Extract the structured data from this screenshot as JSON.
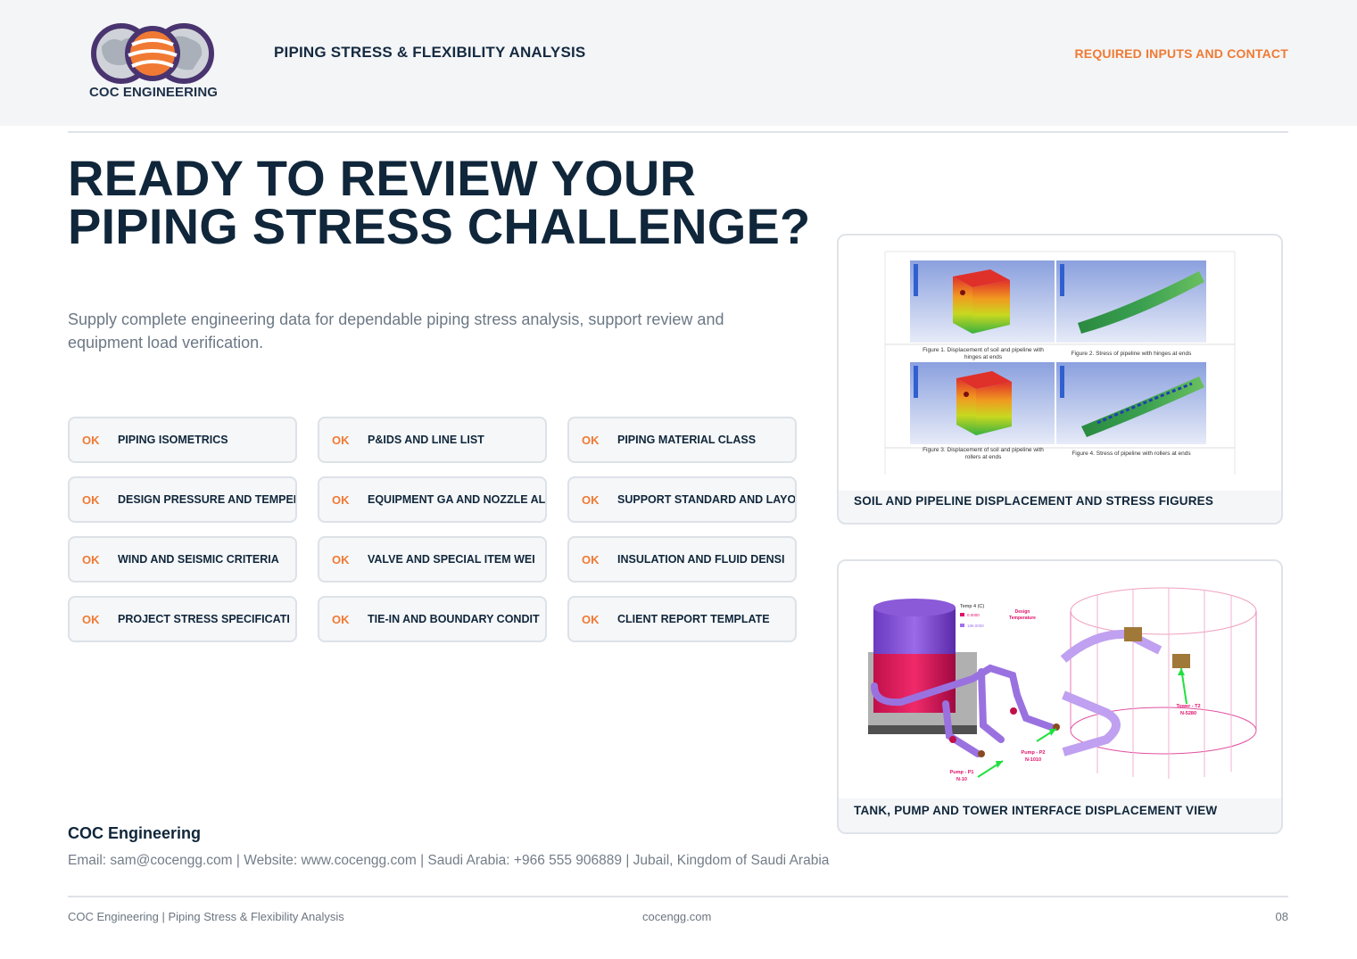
{
  "header": {
    "logo_text": "COC ENGINEERING",
    "title": "PIPING STRESS & FLEXIBILITY ANALYSIS",
    "link": "REQUIRED INPUTS AND CONTACT"
  },
  "main": {
    "headline_line1": "READY TO REVIEW YOUR",
    "headline_line2": "PIPING STRESS CHALLENGE?",
    "intro": "Supply complete engineering data for dependable piping stress analysis, support review and equipment load verification.",
    "checklist": [
      {
        "status": "OK",
        "label": "PIPING ISOMETRICS"
      },
      {
        "status": "OK",
        "label": "P&IDS AND LINE LIST"
      },
      {
        "status": "OK",
        "label": "PIPING MATERIAL CLASS"
      },
      {
        "status": "OK",
        "label": "DESIGN PRESSURE AND TEMPER"
      },
      {
        "status": "OK",
        "label": "EQUIPMENT GA AND NOZZLE AL"
      },
      {
        "status": "OK",
        "label": "SUPPORT STANDARD AND LAYOU"
      },
      {
        "status": "OK",
        "label": "WIND AND SEISMIC CRITERIA"
      },
      {
        "status": "OK",
        "label": "VALVE AND SPECIAL ITEM WEI"
      },
      {
        "status": "OK",
        "label": "INSULATION AND FLUID DENSI"
      },
      {
        "status": "OK",
        "label": "PROJECT STRESS SPECIFICATI"
      },
      {
        "status": "OK",
        "label": "TIE-IN AND BOUNDARY CONDIT"
      },
      {
        "status": "OK",
        "label": "CLIENT REPORT TEMPLATE"
      }
    ]
  },
  "figures": {
    "fig1": {
      "caption": "SOIL AND PIPELINE DISPLACEMENT AND STRESS FIGURES",
      "sub1a": "Figure 1. Displacement of soil and pipeline with",
      "sub1b": "hinges at ends",
      "sub2": "Figure 2. Stress of pipeline with hinges at ends",
      "sub3a": "Figure 3. Displacement of soil and pipeline with",
      "sub3b": "rollers at ends",
      "sub4": "Figure 4. Stress of pipeline with rollers at ends"
    },
    "fig2": {
      "caption": "TANK, PUMP AND TOWER INTERFACE DISPLACEMENT VIEW",
      "legend_title": "Temp 4 (C)",
      "legend_v1": "0.0000",
      "legend_v2": "198.0000",
      "design_temp_1": "Design",
      "design_temp_2": "Temperature",
      "pump_p1_a": "Pump - P1",
      "pump_p1_b": "N-10",
      "pump_p2_a": "Pump - P2",
      "pump_p2_b": "N-1010",
      "tower_a": "Tower - T2",
      "tower_b": "N-5280"
    }
  },
  "contact": {
    "company": "COC Engineering",
    "details": "Email: sam@cocengg.com | Website: www.cocengg.com | Saudi Arabia: +966 555 906889 | Jubail, Kingdom of Saudi Arabia"
  },
  "footer": {
    "left": "COC Engineering | Piping Stress & Flexibility Analysis",
    "center": "cocengg.com",
    "right": "08"
  },
  "colors": {
    "accent": "#f07a33",
    "navy": "#10263a",
    "logo_purple": "#4a3470"
  }
}
